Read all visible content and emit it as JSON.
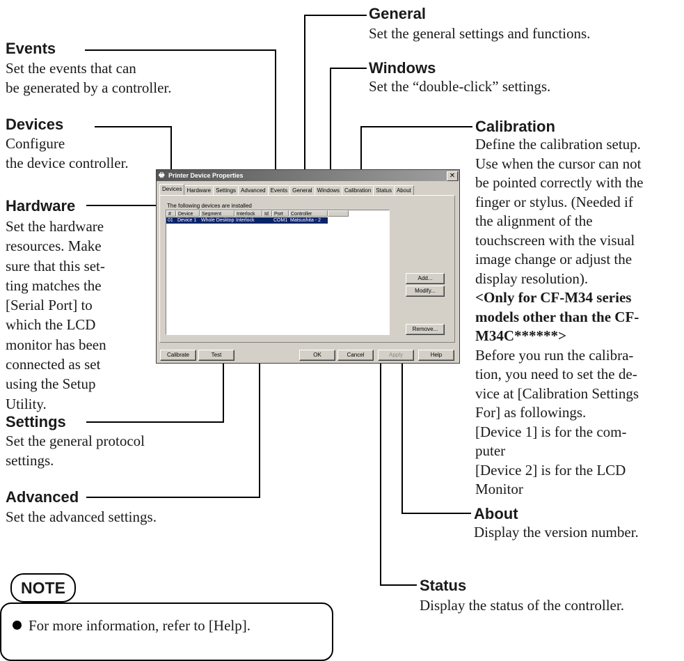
{
  "callouts": {
    "events": {
      "label": "Events",
      "lines": [
        "Set the events that can",
        "be generated by a controller."
      ]
    },
    "devices": {
      "label": "Devices",
      "lines": [
        "Configure",
        "the device controller."
      ]
    },
    "hardware": {
      "label": "Hardware",
      "lines": [
        "Set the hardware",
        "resources. Make",
        "sure that this set-",
        "ting matches the",
        "[Serial Port] to",
        "which the LCD",
        "monitor has been",
        "connected as set",
        "using the Setup",
        "Utility."
      ]
    },
    "settings": {
      "label": "Settings",
      "lines": [
        "Set the general protocol",
        "settings."
      ]
    },
    "advanced": {
      "label": "Advanced",
      "lines": [
        "Set the advanced settings."
      ]
    },
    "general": {
      "label": "General",
      "lines": [
        "Set the general settings and functions."
      ]
    },
    "windows": {
      "label": "Windows",
      "lines": [
        "Set the “double-click” settings."
      ]
    },
    "calibration": {
      "label": "Calibration",
      "lines": [
        "Define the calibration setup.",
        "Use when the cursor can  not",
        "be pointed correctly  with the",
        "finger or stylus. (Needed if",
        "the alignment of the",
        "touchscreen with the visual",
        "image change or adjust the",
        "display resolution)."
      ],
      "bold_lines": [
        "<Only for CF-M34 series",
        "models other than the CF-",
        "M34C******>"
      ],
      "more_lines": [
        "Before you run the  calibra-",
        "tion, you need to set  the de-",
        "vice at [Calibration Settings",
        "For] as followings.",
        "[Device 1] is for the com-",
        "puter",
        "[Device 2] is for the LCD",
        "Monitor"
      ]
    },
    "about": {
      "label": "About",
      "lines": [
        "Display the version number."
      ]
    },
    "status": {
      "label": "Status",
      "lines": [
        "Display the status of the controller."
      ]
    }
  },
  "note": {
    "tag": "NOTE",
    "text": "For more information, refer to [Help]."
  },
  "dialog": {
    "title": "Printer Device Properties",
    "tabs": [
      "Devices",
      "Hardware",
      "Settings",
      "Advanced",
      "Events",
      "General",
      "Windows",
      "Calibration",
      "Status",
      "About"
    ],
    "list_caption": "The following devices are installed",
    "columns": [
      "#",
      "Device",
      "Segment",
      "Interlock",
      "Id",
      "Port",
      "Controller"
    ],
    "row": [
      "01",
      "Device 1",
      "Whole Desktop",
      "Interlock",
      "",
      "COM1",
      "Matsushita - 2"
    ],
    "buttons": {
      "add": "Add...",
      "modify": "Modify...",
      "remove": "Remove...",
      "calibrate": "Calibrate",
      "test": "Test",
      "ok": "OK",
      "cancel": "Cancel",
      "apply": "Apply",
      "help": "Help"
    }
  }
}
